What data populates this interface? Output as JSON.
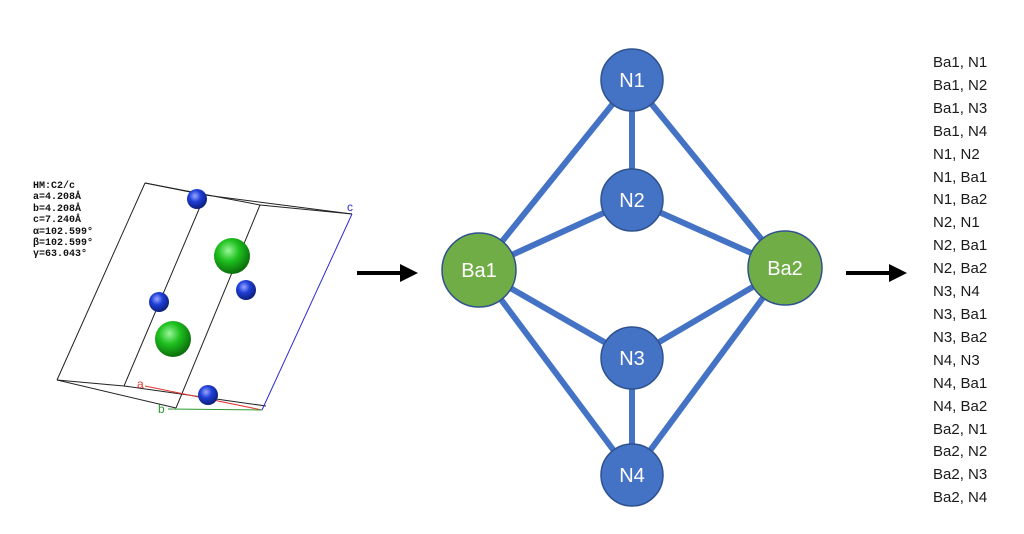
{
  "crystal": {
    "info_lines": [
      "HM:C2/c",
      "a=4.208Å",
      "b=4.208Å",
      "c=7.240Å",
      "α=102.599°",
      "β=102.599°",
      "γ=63.043°"
    ],
    "axis_labels": {
      "a": "a",
      "b": "b",
      "c": "c"
    },
    "colors": {
      "a_axis": "#e53935",
      "b_axis": "#2e9a2e",
      "c_axis": "#2b2bd6",
      "ba_atom": "#1fc21f",
      "n_atom": "#1f3fd8"
    }
  },
  "graph": {
    "nodes": [
      {
        "id": "N1",
        "label": "N1",
        "element": "N"
      },
      {
        "id": "N2",
        "label": "N2",
        "element": "N"
      },
      {
        "id": "N3",
        "label": "N3",
        "element": "N"
      },
      {
        "id": "N4",
        "label": "N4",
        "element": "N"
      },
      {
        "id": "Ba1",
        "label": "Ba1",
        "element": "Ba"
      },
      {
        "id": "Ba2",
        "label": "Ba2",
        "element": "Ba"
      }
    ],
    "edges": [
      [
        "N1",
        "N2"
      ],
      [
        "N1",
        "Ba1"
      ],
      [
        "N1",
        "Ba2"
      ],
      [
        "N2",
        "Ba1"
      ],
      [
        "N2",
        "Ba2"
      ],
      [
        "N3",
        "N4"
      ],
      [
        "N3",
        "Ba1"
      ],
      [
        "N3",
        "Ba2"
      ],
      [
        "N4",
        "Ba1"
      ],
      [
        "N4",
        "Ba2"
      ]
    ],
    "colors": {
      "n_node": "#4472c4",
      "ba_node": "#70ad47",
      "edge": "#4472c4",
      "node_border": "#2f528f"
    }
  },
  "edge_list": [
    "Ba1, N1",
    "Ba1, N2",
    "Ba1, N3",
    "Ba1, N4",
    "N1, N2",
    "N1, Ba1",
    "N1, Ba2",
    "N2, N1",
    "N2, Ba1",
    "N2, Ba2",
    "N3, N4",
    "N3, Ba1",
    "N3, Ba2",
    "N4, N3",
    "N4, Ba1",
    "N4, Ba2",
    "Ba2, N1",
    "Ba2, N2",
    "Ba2, N3",
    "Ba2, N4"
  ]
}
